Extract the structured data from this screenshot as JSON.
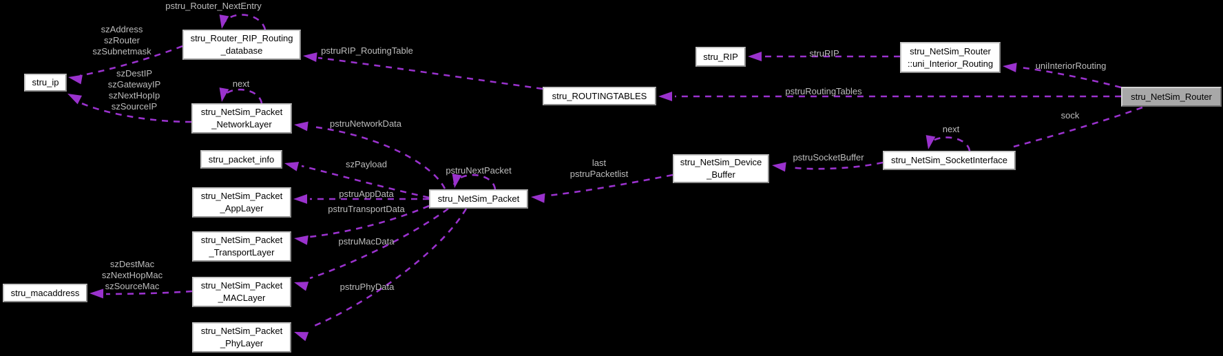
{
  "diagram_type": "collaboration-graph",
  "colors": {
    "background": "#000000",
    "edge": "#9a32cd",
    "edge_label_text": "#bdbdbd",
    "node_fill": "#ffffff",
    "node_text": "#000000",
    "highlighted_node_fill": "#a8a8a8"
  },
  "nodes": {
    "stru_ip": {
      "lines": [
        "stru_ip"
      ],
      "highlighted": false
    },
    "router_rip_db": {
      "lines": [
        "stru_Router_RIP_Routing",
        "_database"
      ],
      "highlighted": false
    },
    "packet_networklayer": {
      "lines": [
        "stru_NetSim_Packet",
        "_NetworkLayer"
      ],
      "highlighted": false
    },
    "packet_info": {
      "lines": [
        "stru_packet_info"
      ],
      "highlighted": false
    },
    "packet_applayer": {
      "lines": [
        "stru_NetSim_Packet",
        "_AppLayer"
      ],
      "highlighted": false
    },
    "packet_transportlayer": {
      "lines": [
        "stru_NetSim_Packet",
        "_TransportLayer"
      ],
      "highlighted": false
    },
    "packet_maclayer": {
      "lines": [
        "stru_NetSim_Packet",
        "_MACLayer"
      ],
      "highlighted": false
    },
    "packet_phylayer": {
      "lines": [
        "stru_NetSim_Packet",
        "_PhyLayer"
      ],
      "highlighted": false
    },
    "macaddress": {
      "lines": [
        "stru_macaddress"
      ],
      "highlighted": false
    },
    "netsim_packet": {
      "lines": [
        "stru_NetSim_Packet"
      ],
      "highlighted": false
    },
    "device_buffer": {
      "lines": [
        "stru_NetSim_Device",
        "_Buffer"
      ],
      "highlighted": false
    },
    "routingtables": {
      "lines": [
        "stru_ROUTINGTABLES"
      ],
      "highlighted": false
    },
    "stru_rip": {
      "lines": [
        "stru_RIP"
      ],
      "highlighted": false
    },
    "uni_interior_routing": {
      "lines": [
        "stru_NetSim_Router",
        "::uni_Interior_Routing"
      ],
      "highlighted": false
    },
    "netsim_router": {
      "lines": [
        "stru_NetSim_Router"
      ],
      "highlighted": true
    },
    "socketinterface": {
      "lines": [
        "stru_NetSim_SocketInterface"
      ],
      "highlighted": false
    }
  },
  "edge_labels": {
    "pstru_router_nextentry": {
      "lines": [
        "pstru_Router_NextEntry"
      ]
    },
    "sz_address_group": {
      "lines": [
        "szAddress",
        "szRouter",
        "szSubnetmask"
      ]
    },
    "sz_ip_group": {
      "lines": [
        "szDestIP",
        "szGatewayIP",
        "szNextHopIp",
        "szSourceIP"
      ]
    },
    "next_networklayer": {
      "lines": [
        "next"
      ]
    },
    "pstru_rip_routingtable": {
      "lines": [
        "pstruRIP_RoutingTable"
      ]
    },
    "pstru_networkdata": {
      "lines": [
        "pstruNetworkData"
      ]
    },
    "sz_payload": {
      "lines": [
        "szPayload"
      ]
    },
    "pstru_appdata": {
      "lines": [
        "pstruAppData"
      ]
    },
    "pstru_transportdata": {
      "lines": [
        "pstruTransportData"
      ]
    },
    "pstru_macdata": {
      "lines": [
        "pstruMacData"
      ]
    },
    "pstru_phydata": {
      "lines": [
        "pstruPhyData"
      ]
    },
    "sz_mac_group": {
      "lines": [
        "szDestMac",
        "szNextHopMac",
        "szSourceMac"
      ]
    },
    "pstru_nextpacket": {
      "lines": [
        "pstruNextPacket"
      ]
    },
    "last_pstru_packetlist": {
      "lines": [
        "last",
        "pstruPacketlist"
      ]
    },
    "pstru_socketbuffer": {
      "lines": [
        "pstruSocketBuffer"
      ]
    },
    "next_socket": {
      "lines": [
        "next"
      ]
    },
    "sock": {
      "lines": [
        "sock"
      ]
    },
    "uniinteriorrouting": {
      "lines": [
        "uniInteriorRouting"
      ]
    },
    "strurip": {
      "lines": [
        "struRIP"
      ]
    },
    "pstru_routingtables": {
      "lines": [
        "pstruRoutingTables"
      ]
    }
  }
}
